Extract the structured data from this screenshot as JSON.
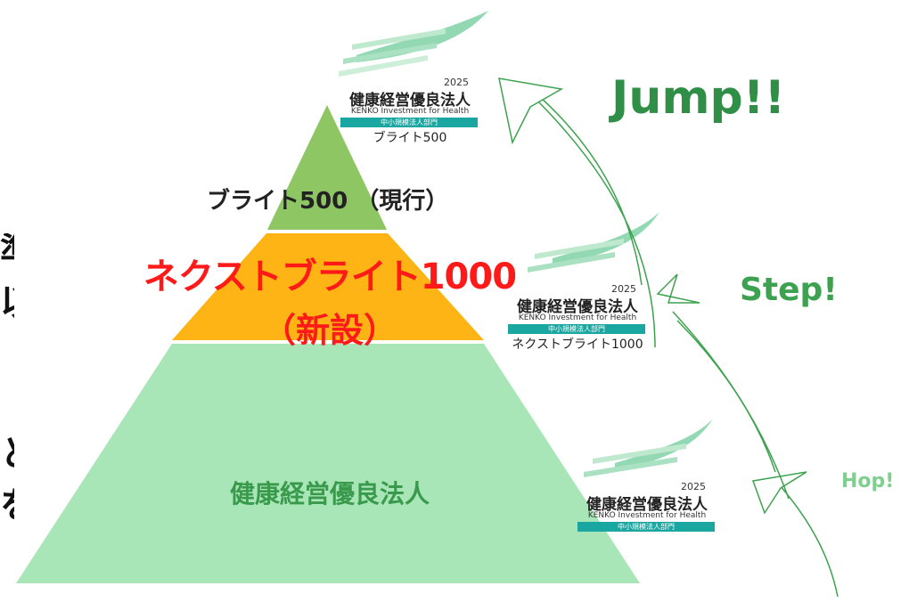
{
  "left_text": [
    "準",
    "以",
    "と",
    "を"
  ],
  "pyramid": {
    "top_label": "ブライト500 （現行）",
    "middle_label_line1": "ネクストブライト1000",
    "middle_label_line2": "（新設）",
    "bottom_label": "健康経営優良法人"
  },
  "steps": {
    "jump": "Jump!!",
    "step": "Step!",
    "hop": "Hop!"
  },
  "logos": [
    {
      "year": "2025",
      "title": "健康経営優良法人",
      "english": "KENKO Investment for Health",
      "bar": "中小規模法人部門",
      "subtitle": "ブライト500"
    },
    {
      "year": "2025",
      "title": "健康経営優良法人",
      "english": "KENKO Investment for Health",
      "bar": "中小規模法人部門",
      "subtitle": "ネクストブライト1000"
    },
    {
      "year": "2025",
      "title": "健康経営優良法人",
      "english": "KENKO Investment for Health",
      "bar": "中小規模法人部門",
      "subtitle": ""
    }
  ],
  "colors": {
    "top_tier": "#8dc663",
    "middle_tier": "#fdb414",
    "bottom_tier": "#a8e5b7",
    "mid_text": "#ff1a1a",
    "jump": "#2f8f46",
    "arrow": "#3da24f",
    "logo_bar": "#1aa7a1"
  }
}
